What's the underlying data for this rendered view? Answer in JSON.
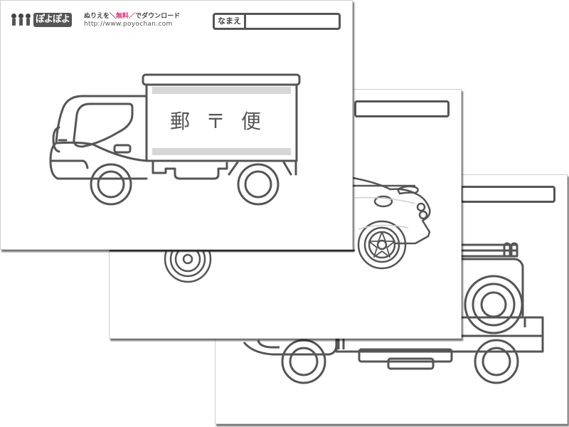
{
  "site": {
    "logo_text": "ぽよぽよ",
    "tagline_prefix": "ぬりえを",
    "tagline_sep1": "＼",
    "tagline_highlight": "無料",
    "tagline_sep2": "／",
    "tagline_suffix": "でダウンロード",
    "url": "http://www.poyochan.com",
    "accent_color": "#e0307f"
  },
  "sheets": [
    {
      "id": "front",
      "subject": "mail-delivery-truck",
      "name_label": "なまえ",
      "truck_sign": "郵〒便"
    },
    {
      "id": "middle",
      "subject": "sports-car"
    },
    {
      "id": "back",
      "subject": "ladder-truck"
    }
  ],
  "colors": {
    "line": "#555555",
    "stripe": "#d6d6d6",
    "sheet_border": "#cfcfcf"
  }
}
